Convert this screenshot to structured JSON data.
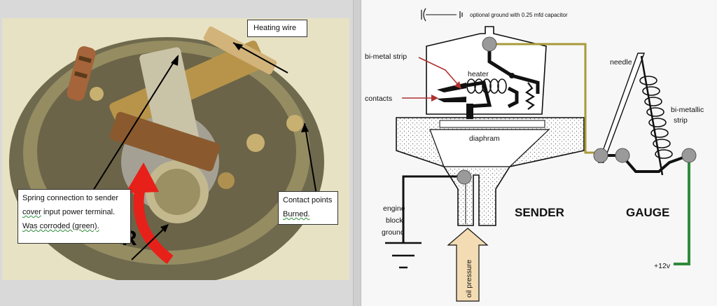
{
  "photo": {
    "callouts": {
      "heating_wire": "Heating wire",
      "spring": {
        "line1": "Spring connection to sender",
        "line2_a": "cover",
        "line2_b": " input power terminal.",
        "line3": "Was corroded (green)."
      },
      "contact": {
        "line1": "Contact points",
        "line2": "Burned."
      }
    },
    "r_marker": "R",
    "colors": {
      "brass": "#b8944a",
      "copper": "#8a5a2e",
      "arrow_red": "#e8201a",
      "backdrop": "#e8e2c4"
    }
  },
  "diagram": {
    "optional_ground": "optional ground with 0.25 mfd capacitor",
    "bimetal_strip": "bi-metal strip",
    "heater": "heater",
    "contacts": "contacts",
    "diaphram": "diaphram",
    "engine_block_ground": [
      "engine",
      "block",
      "ground"
    ],
    "sender": "SENDER",
    "gauge": "GAUGE",
    "needle": "needle",
    "bimetallic_strip": [
      "bi-metallic",
      "strip"
    ],
    "oil_pressure": "oil pressure",
    "plus12v": "+12v",
    "colors": {
      "signal_wire": "#a89a3a",
      "power_wire": "#2e8b3a",
      "terminal": "#9a9a9a",
      "arrow": "#b03030",
      "oil_arrow": "#f3dcb3"
    }
  }
}
